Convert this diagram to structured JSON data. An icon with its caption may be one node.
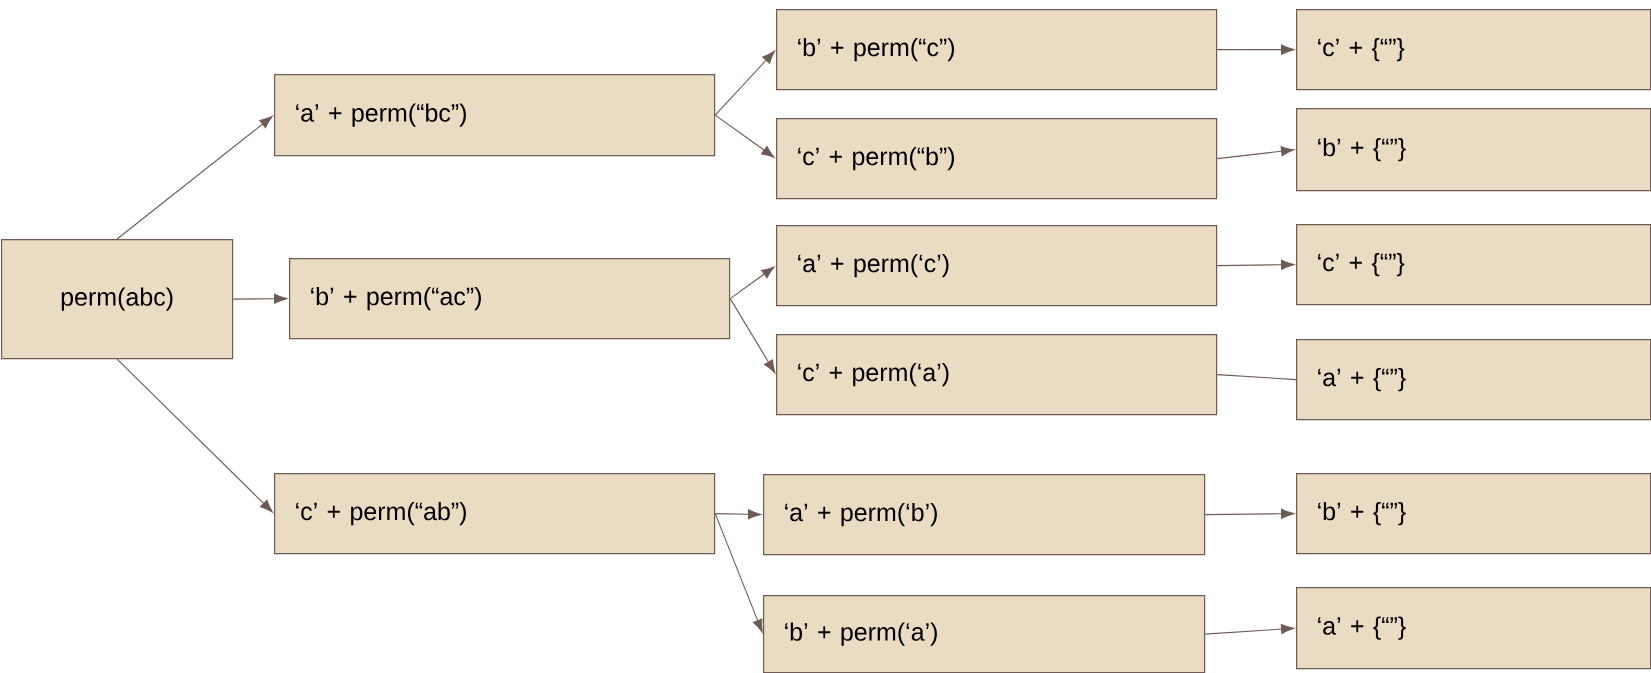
{
  "diagram": {
    "nodes": [
      {
        "text": [
          "perm(abc)"
        ]
      },
      {
        "text": [
          "‘a’ + perm(“bc”)"
        ]
      },
      {
        "text": [
          "‘b’ + perm(“c”)"
        ]
      },
      {
        "text": [
          "‘c’ + {“”}"
        ]
      },
      {
        "text": [
          "‘c’ + perm(“b”)"
        ]
      },
      {
        "text": [
          "‘b’ + {“”}"
        ]
      },
      {
        "text": [
          "‘b’ + perm(“ac”)"
        ]
      },
      {
        "text": [
          "‘a’ + perm(‘c’)"
        ]
      },
      {
        "text": [
          "‘c’ + {“”}"
        ]
      },
      {
        "text": [
          "‘c’  + perm(‘a’)"
        ]
      },
      {
        "text": [
          "‘a’ + {“”}"
        ]
      },
      {
        "text": [
          "‘c’ + perm(“ab”)"
        ]
      },
      {
        "text": [
          "‘a’ + perm(‘b’)"
        ]
      },
      {
        "text": [
          "‘b’ + {“”}"
        ]
      },
      {
        "text": [
          "‘b’ + perm(‘a’)"
        ]
      },
      {
        "text": [
          "‘a’ + {“”}"
        ]
      }
    ],
    "edges": [
      {
        "from": 0,
        "to": 1,
        "arrow": "to"
      },
      {
        "from": 0,
        "to": 6,
        "arrow": "to"
      },
      {
        "from": 0,
        "to": 11,
        "arrow": "to"
      },
      {
        "from": 1,
        "to": 2,
        "arrow": "to"
      },
      {
        "from": 1,
        "to": 4,
        "arrow": "to"
      },
      {
        "from": 2,
        "to": 3,
        "arrow": "to"
      },
      {
        "from": 4,
        "to": 5,
        "arrow": "to"
      },
      {
        "from": 6,
        "to": 7,
        "arrow": "to"
      },
      {
        "from": 6,
        "to": 9,
        "arrow": "to"
      },
      {
        "from": 7,
        "to": 8,
        "arrow": "to"
      },
      {
        "from": 9,
        "to": 10,
        "arrow": "none"
      },
      {
        "from": 11,
        "to": 12,
        "arrow": "to"
      },
      {
        "from": 11,
        "to": 14,
        "arrow": "to"
      },
      {
        "from": 12,
        "to": 13,
        "arrow": "to"
      },
      {
        "from": 14,
        "to": 15,
        "arrow": "to"
      }
    ]
  }
}
